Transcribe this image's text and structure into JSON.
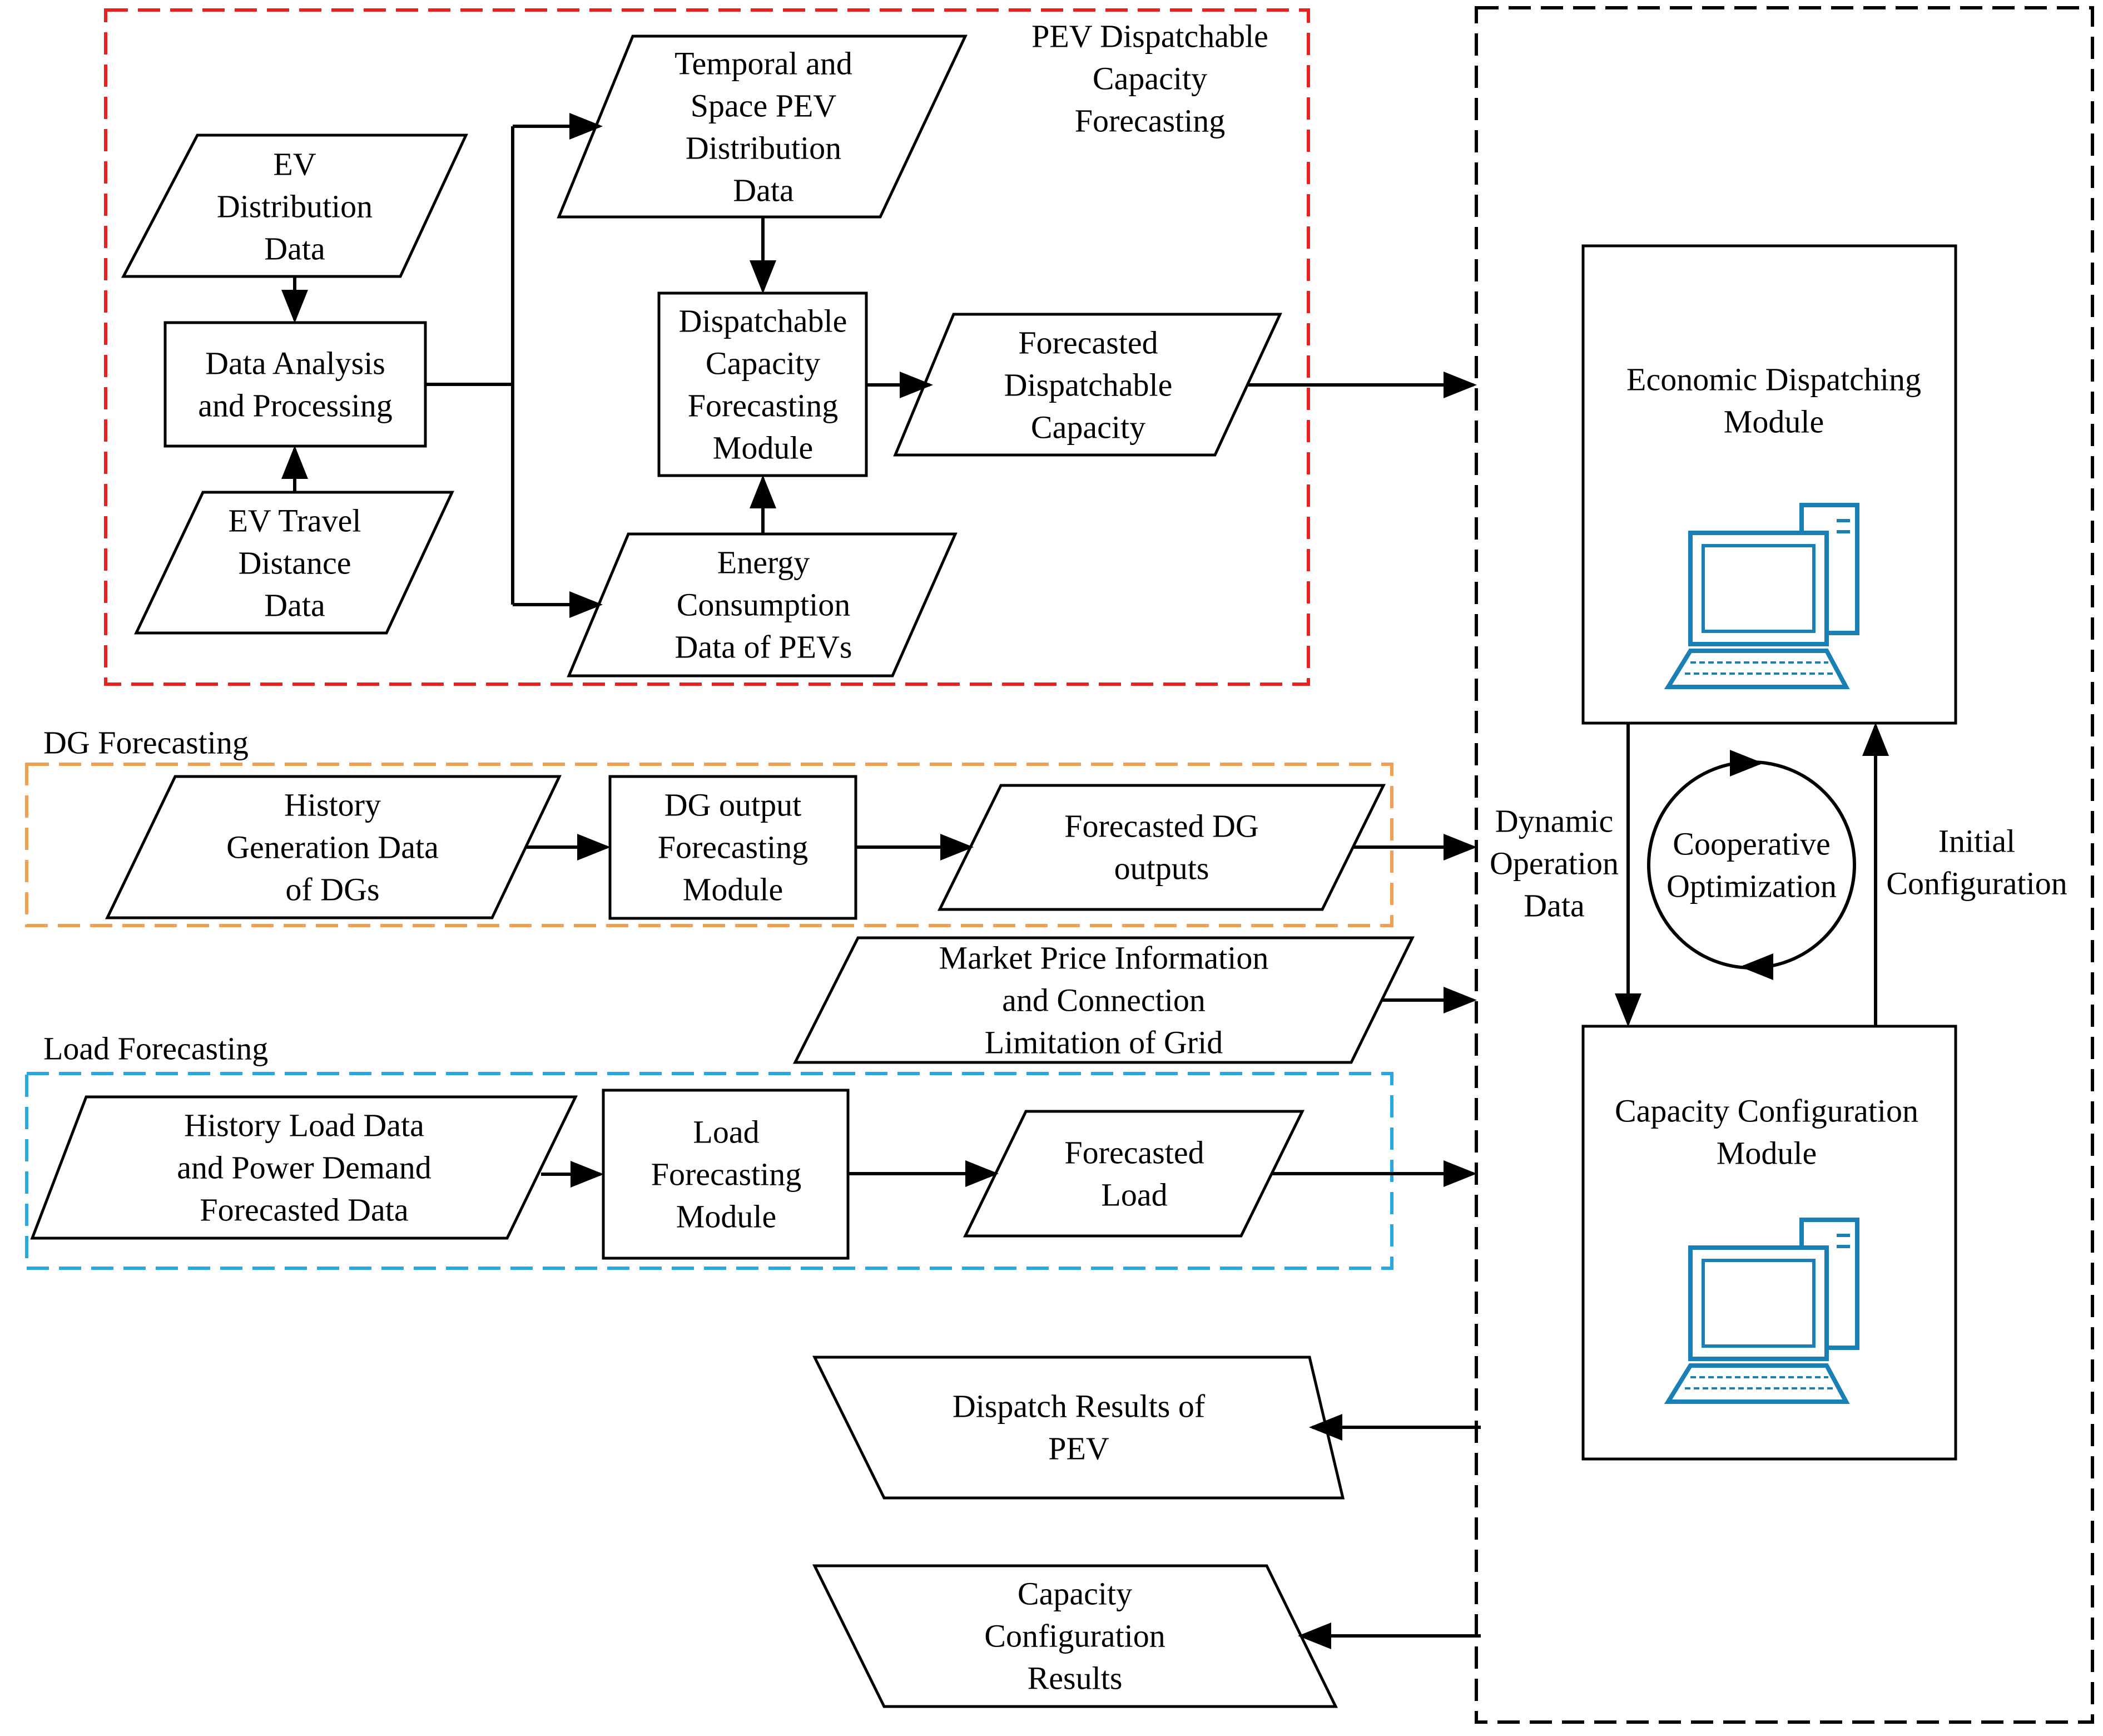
{
  "groups": {
    "pev": {
      "title": [
        "PEV Dispatchable",
        "Capacity",
        "Forecasting"
      ],
      "color": "#e8231f"
    },
    "dg": {
      "title": [
        "DG Forecasting"
      ],
      "color": "#f0a050"
    },
    "load": {
      "title": [
        "Load Forecasting"
      ],
      "color": "#27a8e0"
    },
    "right": {
      "color": "#000000"
    }
  },
  "nodes": {
    "ev_distribution": [
      "EV",
      "Distribution",
      "Data"
    ],
    "data_analysis": [
      "Data Analysis",
      "and Processing"
    ],
    "ev_travel": [
      "EV Travel",
      "Distance",
      "Data"
    ],
    "temporal_space": [
      "Temporal and",
      "Space PEV",
      "Distribution",
      "Data"
    ],
    "dispatchable_module": [
      "Dispatchable",
      "Capacity",
      "Forecasting",
      "Module"
    ],
    "energy_consumption": [
      "Energy",
      "Consumption",
      "Data of PEVs"
    ],
    "forecasted_dispatchable": [
      "Forecasted",
      "Dispatchable",
      "Capacity"
    ],
    "history_generation": [
      "History",
      "Generation Data",
      "of DGs"
    ],
    "dg_module": [
      "DG output",
      "Forecasting",
      "Module"
    ],
    "forecasted_dg": [
      "Forecasted DG",
      "outputs"
    ],
    "market_price": [
      "Market Price Information",
      "and Connection",
      "Limitation of Grid"
    ],
    "history_load": [
      "History Load Data",
      "and Power Demand",
      "Forecasted Data"
    ],
    "load_module": [
      "Load",
      "Forecasting",
      "Module"
    ],
    "forecasted_load": [
      "Forecasted",
      "Load"
    ],
    "dispatch_results": [
      "Dispatch Results of",
      "PEV"
    ],
    "capacity_results": [
      "Capacity",
      "Configuration",
      "Results"
    ],
    "economic_module": [
      "Economic Dispatching",
      "Module"
    ],
    "capacity_module": [
      "Capacity Configuration",
      "Module"
    ],
    "cooperative": [
      "Cooperative",
      "Optimization"
    ],
    "dynamic_label": [
      "Dynamic",
      "Operation",
      "Data"
    ],
    "initial_label": [
      "Initial",
      "Configuration"
    ]
  },
  "icons": {
    "computer": "desktop-computer-icon",
    "computer_color": "#1a7fb5"
  }
}
